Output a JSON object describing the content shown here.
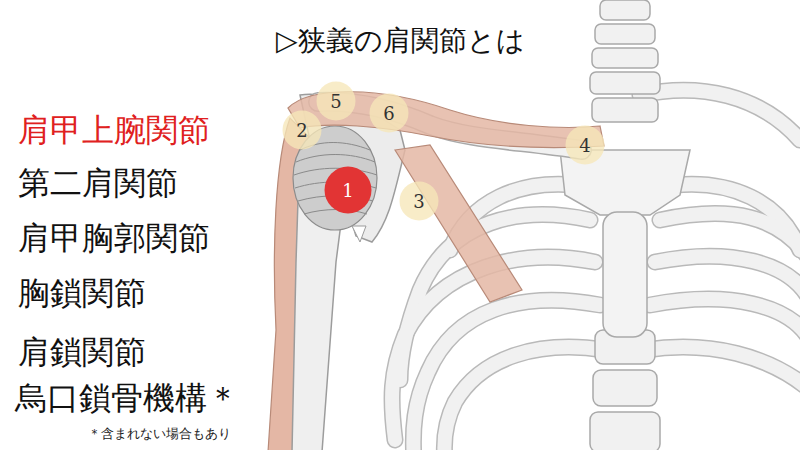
{
  "diagram": {
    "title": "▷狭義の肩関節とは",
    "nodes": [
      {
        "text": [
          "1"
        ]
      },
      {
        "text": [
          "2"
        ]
      },
      {
        "text": [
          "3"
        ]
      },
      {
        "text": [
          "4"
        ]
      },
      {
        "text": [
          "5"
        ]
      },
      {
        "text": [
          "6"
        ]
      }
    ],
    "labels": [
      "肩甲上腕関節",
      "第二肩関節",
      "肩甲胸郭関節",
      "胸鎖関節",
      "肩鎖関節",
      "烏口鎖骨機構＊",
      "＊含まれない場合もあり"
    ]
  }
}
